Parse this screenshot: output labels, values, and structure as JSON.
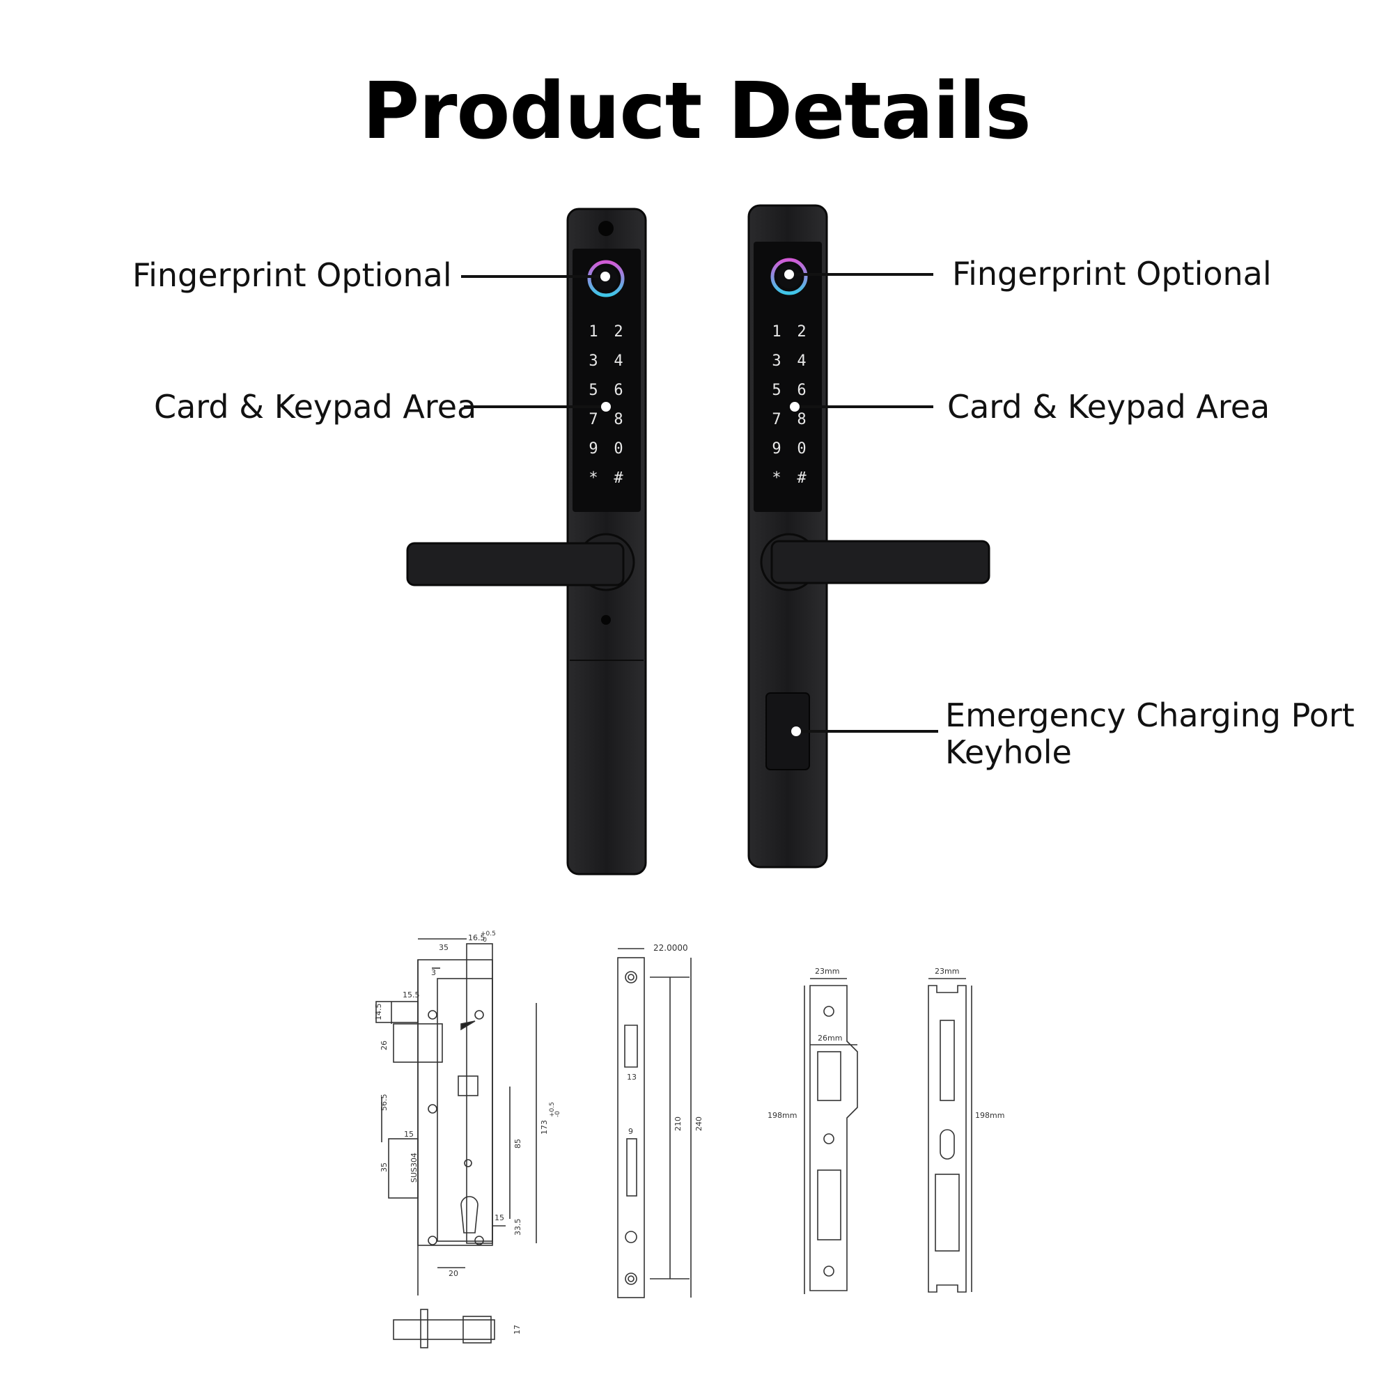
{
  "page": {
    "title": "Product Details"
  },
  "callouts": {
    "left_fingerprint": "Fingerprint Optional",
    "left_keypad": "Card & Keypad Area",
    "right_fingerprint": "Fingerprint Optional",
    "right_keypad": "Card & Keypad Area",
    "right_port_line1": "Emergency Charging Port",
    "right_port_line2": "Keyhole"
  },
  "keypad": {
    "keys": [
      "1",
      "2",
      "3",
      "4",
      "5",
      "6",
      "7",
      "8",
      "9",
      "0",
      "*",
      "#"
    ]
  },
  "drawings": {
    "mortise": {
      "dims": [
        "35",
        "16.5",
        "+0.5",
        "-0",
        "3",
        "15.5",
        "14.5",
        "26",
        "56.5",
        "15",
        "35",
        "SUS304",
        "85",
        "173",
        "+0.5",
        "-0",
        "15",
        "33.5",
        "20",
        "17"
      ]
    },
    "faceplate": {
      "dims": [
        "22.0000",
        "13",
        "9",
        "210",
        "240"
      ]
    },
    "strike_plate_a": {
      "dims": [
        "23mm",
        "26mm",
        "198mm"
      ]
    },
    "strike_plate_b": {
      "dims": [
        "23mm",
        "198mm"
      ]
    }
  },
  "colors": {
    "lock_body": "#1c1c1e",
    "lock_panel": "#0b0b0c",
    "fingerprint_ring_top": "#d35bd6",
    "fingerprint_ring_bottom": "#3ec7e8",
    "callout_line": "#111111"
  }
}
